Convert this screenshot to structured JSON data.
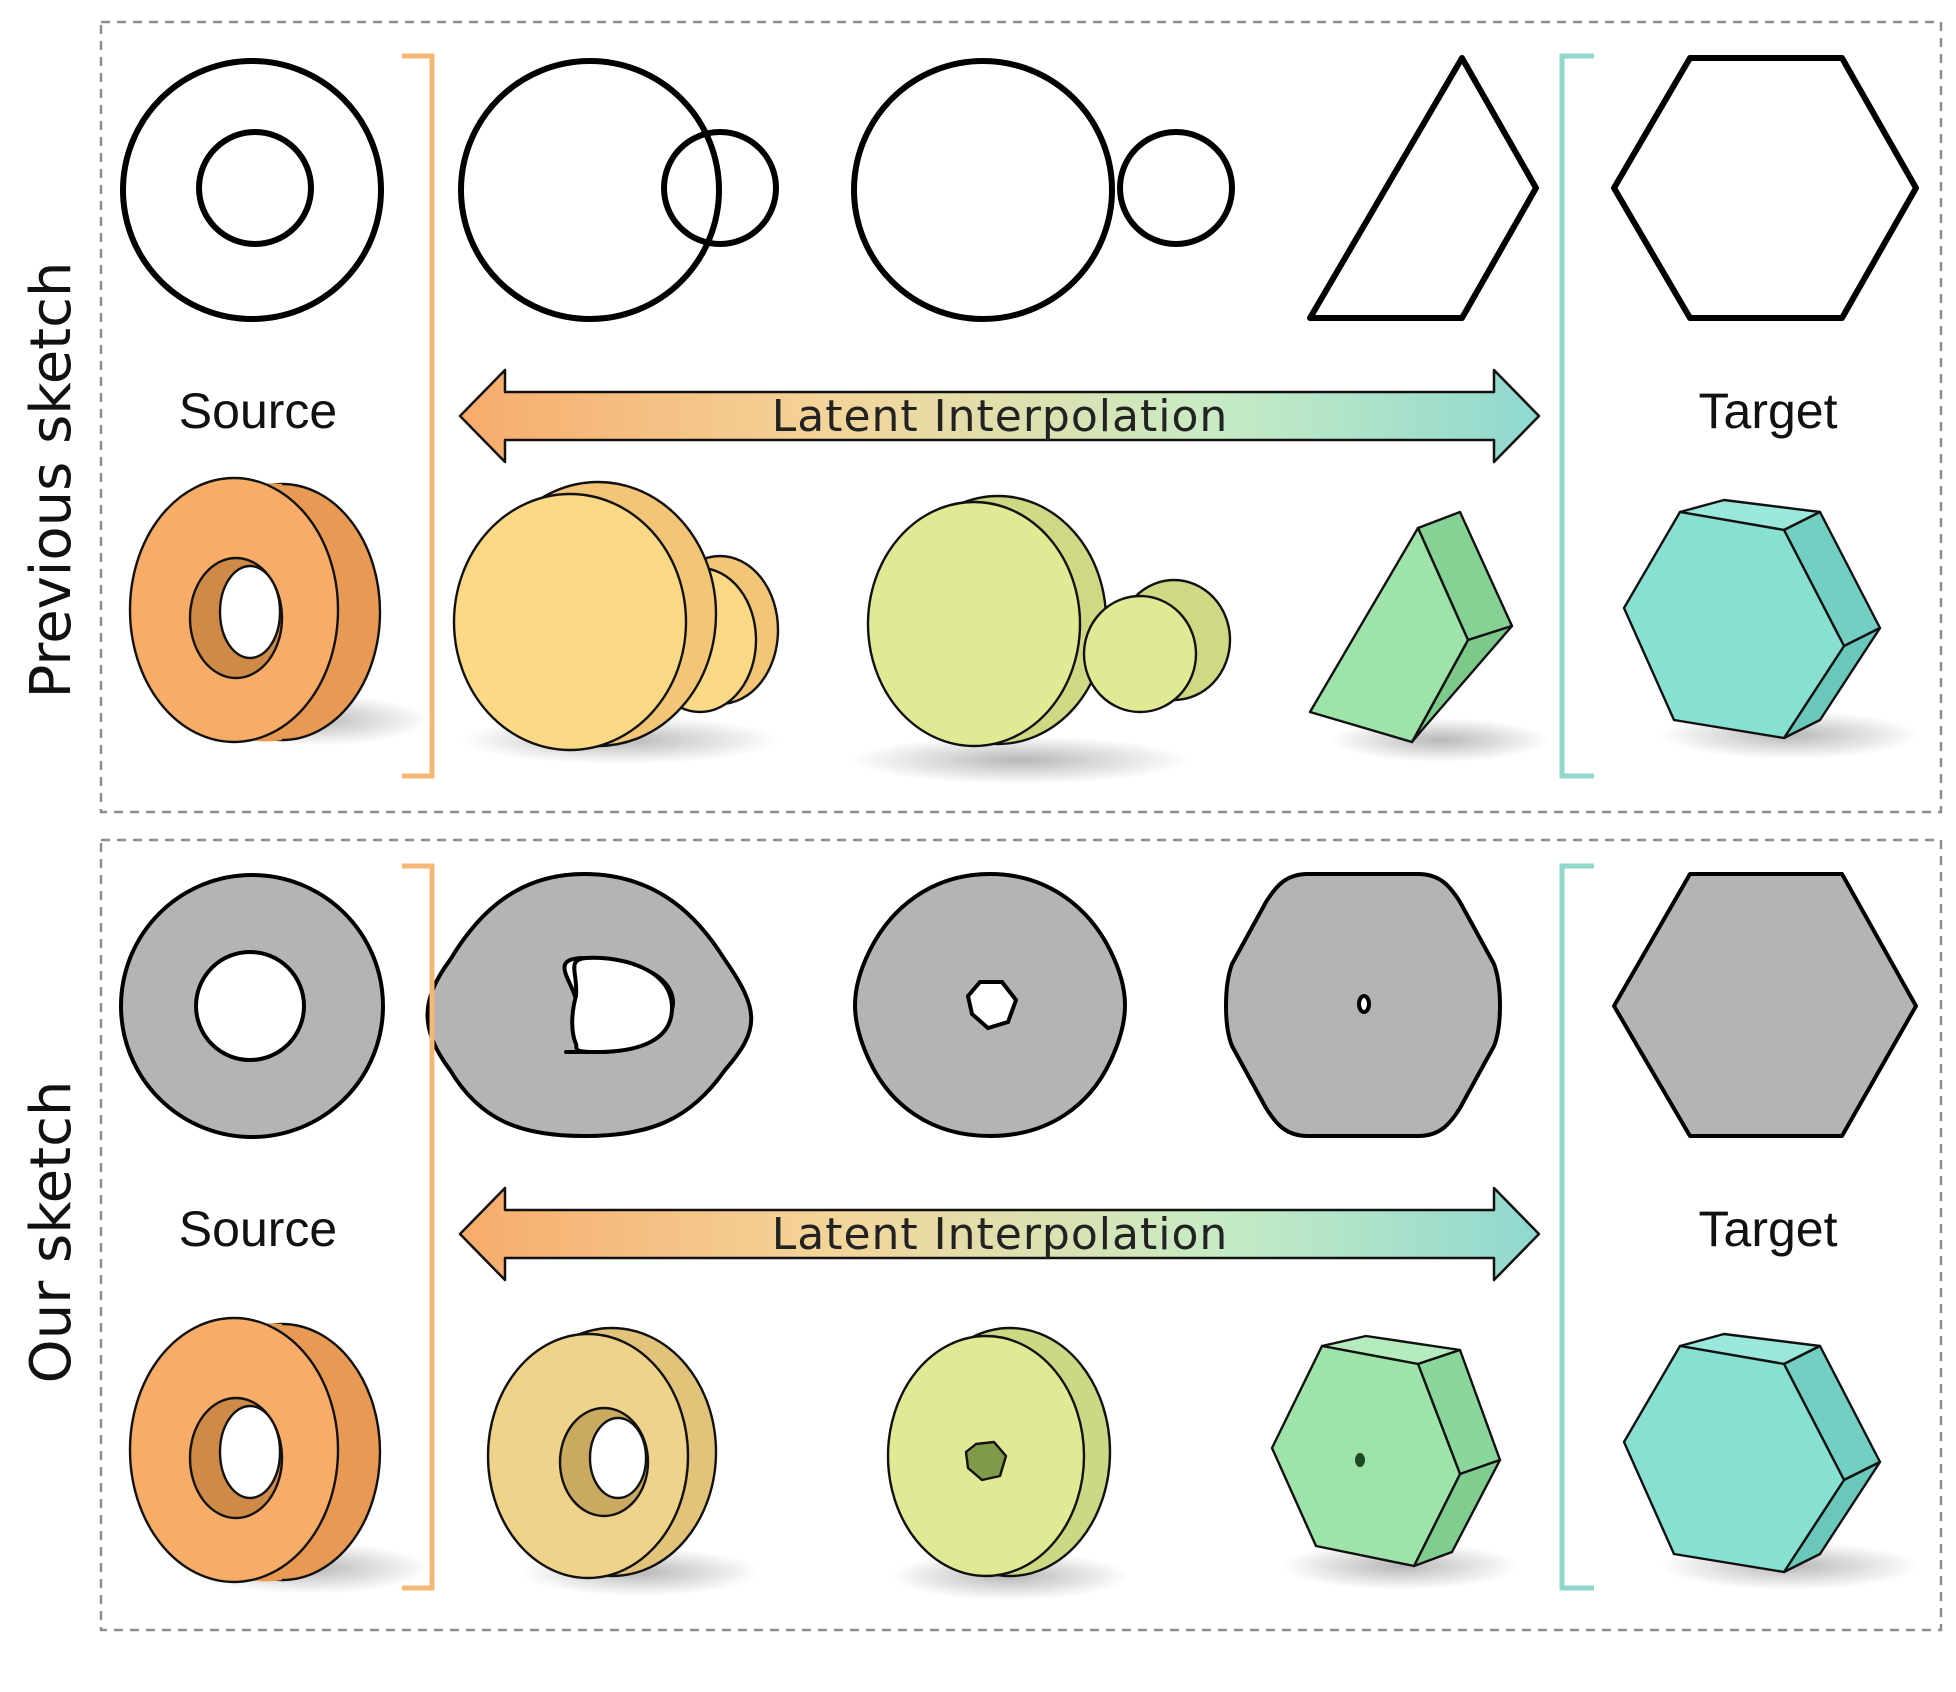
{
  "panels": [
    {
      "row_label": "Previous sketch",
      "source_label": "Source",
      "target_label": "Target",
      "arrow_label": "Latent Interpolation"
    },
    {
      "row_label": "Our sketch",
      "source_label": "Source",
      "target_label": "Target",
      "arrow_label": "Latent Interpolation"
    }
  ],
  "colors": {
    "source": "#f7ad68",
    "step1": "#fcd986",
    "step2": "#e2e994",
    "step3": "#9ee3a9",
    "target": "#88e0d3",
    "bracket_left": "#f5b877",
    "bracket_right": "#8fd8cb",
    "sketch_fill": "#b4b4b4"
  }
}
